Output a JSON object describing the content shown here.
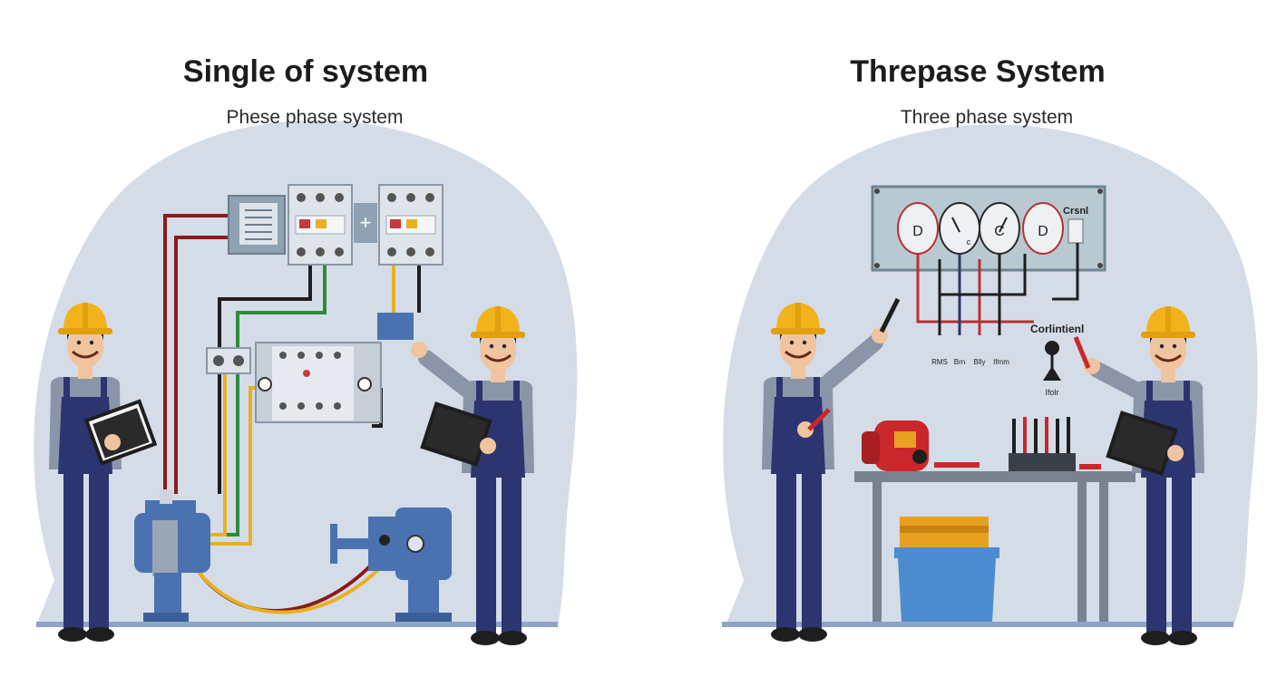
{
  "left_panel": {
    "title": "Single of system",
    "subtitle": "Phese phase system"
  },
  "right_panel": {
    "title": "Threpase System",
    "subtitle": "Three phase system",
    "board_label": "Crsnl",
    "control_label": "Corlintienl",
    "control_sub_label": "Ifolr",
    "meter_glyphs": [
      "D",
      "c",
      "C",
      "D"
    ],
    "terminal_labels": [
      "RMS",
      "Brn",
      "Blly",
      "Ifmm"
    ]
  },
  "colors": {
    "blob": "#d4dce8",
    "floor": "#8fa3c4",
    "overall": "#2c3570",
    "shirt": "#8a95a8",
    "helmet": "#f2b21b",
    "skin": "#f0c49e",
    "wire_red": "#8b1a1a",
    "wire_green": "#2e8b3a",
    "wire_yellow": "#e8b020",
    "wire_black": "#1e1e1e",
    "machine_blue": "#4a72b0"
  }
}
